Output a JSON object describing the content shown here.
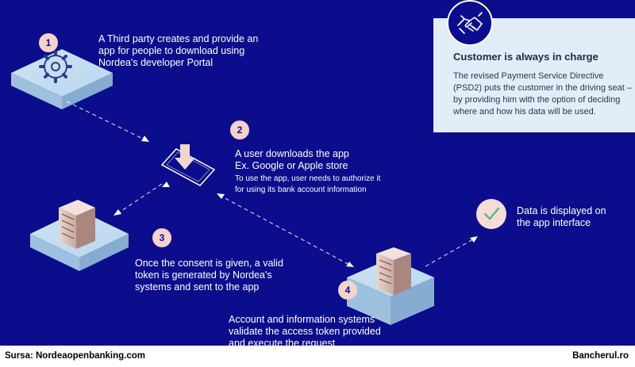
{
  "steps": [
    {
      "number": "1",
      "text": [
        "A Third party creates and provide an",
        "app for people to download using",
        "Nordea's developer Portal"
      ]
    },
    {
      "number": "2",
      "text": [
        "A user downloads the app",
        "Ex. Google or Apple store"
      ],
      "subtext": [
        "To use the app, user needs to authorize it",
        "for using its bank account information"
      ]
    },
    {
      "number": "3",
      "text": [
        "Once the consent is given, a valid",
        "token is generated by Nordea's",
        "systems and sent to the app"
      ]
    },
    {
      "number": "4",
      "text": [
        "Account and information systems",
        "validate the access token provided",
        "and execute the request"
      ]
    }
  ],
  "display": {
    "text": [
      "Data is displayed on",
      "the app interface"
    ]
  },
  "callout": {
    "title": "Customer is always in charge",
    "body": "The revised Payment Service Directive (PSD2) puts the customer in the driving seat – by providing him with the option of deciding where and how his data will be used."
  },
  "footer": {
    "source": "Sursa: Nordeaopenbanking.com",
    "brand": "Bancherul.ro"
  },
  "colors": {
    "background": "#0b0d8c",
    "badge": "#f6d2cc",
    "callout": "#e3edf7",
    "check": "#4fb38a"
  }
}
